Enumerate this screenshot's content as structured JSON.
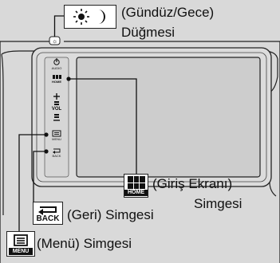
{
  "callouts": {
    "day_night": {
      "title": "(Gündüz/Gece)",
      "subtitle": "Düğmesi"
    },
    "home": {
      "title": "(Giriş Ekranı)",
      "subtitle": "Simgesi",
      "icon_text": "HOME"
    },
    "back": {
      "title": "(Geri) Simgesi",
      "icon_text": "BACK"
    },
    "menu": {
      "title": "(Menü) Simgesi",
      "icon_text": "MENU"
    }
  },
  "panel": {
    "audio": "AUDIO",
    "home": "HOME",
    "vol": "VOL",
    "menu": "MENU",
    "back": "BACK"
  },
  "colors": {
    "background": "#d9d9d9",
    "line": "#111111",
    "screen": "#cfcfcf",
    "bezel": "#d4d4d4"
  }
}
